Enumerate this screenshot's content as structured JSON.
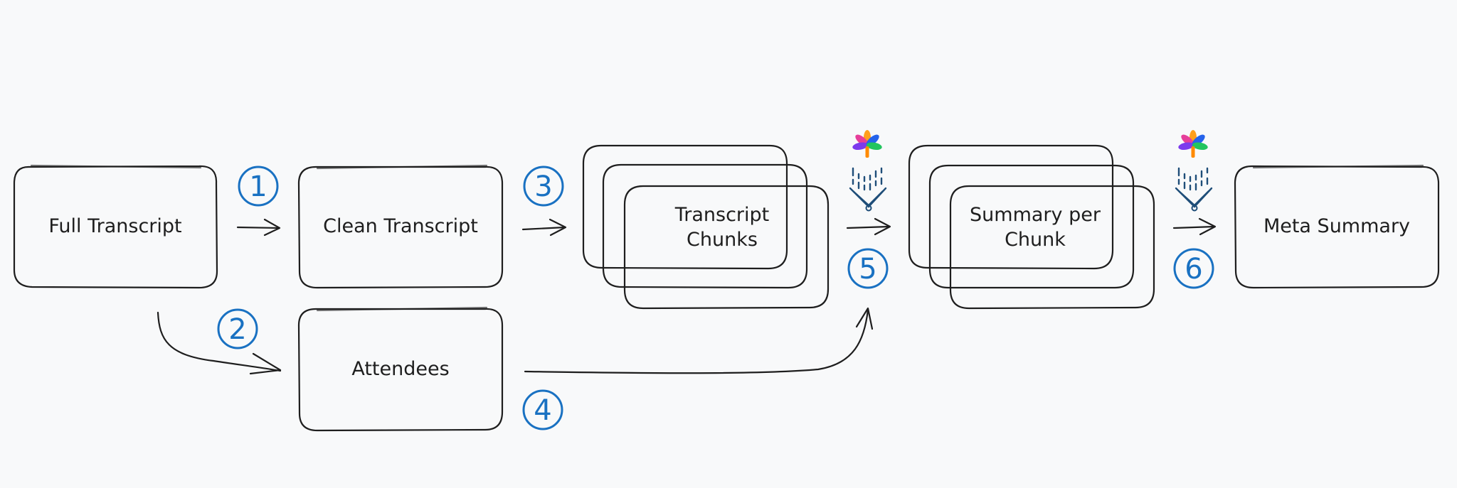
{
  "nodes": {
    "full_transcript": "Full Transcript",
    "clean_transcript": "Clean Transcript",
    "transcript_chunks": [
      "Transcript",
      "Chunks"
    ],
    "attendees": "Attendees",
    "summary_per_chunk": [
      "Summary per",
      "Chunk"
    ],
    "meta_summary": "Meta Summary"
  },
  "steps": [
    "1",
    "2",
    "3",
    "4",
    "5",
    "6"
  ],
  "icons": {
    "llm_1": "llm-logo-icon",
    "llm_2": "llm-logo-icon"
  },
  "colors": {
    "background": "#f8f9fa",
    "stroke": "#1e1e1e",
    "step_accent": "#1971c2"
  }
}
